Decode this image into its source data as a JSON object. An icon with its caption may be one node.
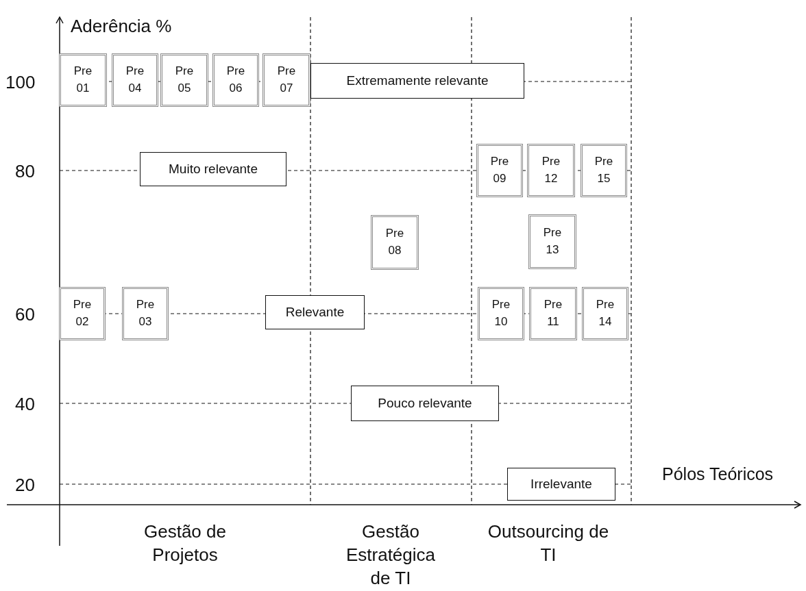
{
  "diagram": {
    "nodes": [
      {
        "text": [
          "Pre 01"
        ]
      },
      {
        "text": [
          "Pre 04"
        ]
      },
      {
        "text": [
          "Pre 05"
        ]
      },
      {
        "text": [
          "Pre 06"
        ]
      },
      {
        "text": [
          "Pre 07"
        ]
      },
      {
        "text": [
          "Extremamente relevante"
        ]
      },
      {
        "text": [
          "Muito relevante"
        ]
      },
      {
        "text": [
          "Pre 09"
        ]
      },
      {
        "text": [
          "Pre 12"
        ]
      },
      {
        "text": [
          "Pre 15"
        ]
      },
      {
        "text": [
          "Pre 08"
        ]
      },
      {
        "text": [
          "Pre 13"
        ]
      },
      {
        "text": [
          "Pre 02"
        ]
      },
      {
        "text": [
          "Pre 03"
        ]
      },
      {
        "text": [
          "Relevante"
        ]
      },
      {
        "text": [
          "Pre 10"
        ]
      },
      {
        "text": [
          "Pre 11"
        ]
      },
      {
        "text": [
          "Pre 14"
        ]
      },
      {
        "text": [
          "Pouco relevante"
        ]
      },
      {
        "text": [
          "Irrelevante"
        ]
      }
    ],
    "labels": [
      "Aderência %",
      "100",
      "80",
      "60",
      "40",
      "Pólos Teóricos",
      "20",
      "Gestão de Projetos",
      "Gestão Estratégica de TI",
      "Outsourcing de TI"
    ]
  }
}
